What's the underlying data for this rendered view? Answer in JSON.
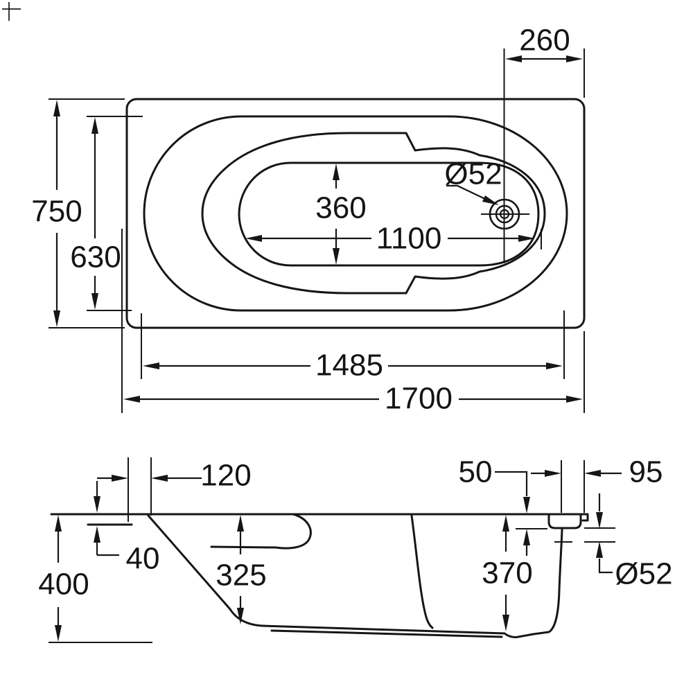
{
  "drawing": {
    "type": "technical-drawing",
    "subject": "bathtub two-view dimension drawing",
    "ink_color": "#161616",
    "background_color": "#ffffff",
    "views": [
      "plan view (top)",
      "side section view (bottom)"
    ]
  },
  "top_view": {
    "label": "plan view",
    "dims": {
      "drain_offset": "260",
      "overall_width": "750",
      "rim_opening_width": "630",
      "floor_width": "360",
      "floor_length": "1100",
      "drain_diameter": "Ø52",
      "rim_opening_length": "1485",
      "overall_length": "1700"
    }
  },
  "side_view": {
    "label": "side section view",
    "dims": {
      "headrest_slope_run": "120",
      "rim_thickness": "40",
      "overall_height": "400",
      "inner_depth_head_end": "325",
      "overflow_top_offset": "50",
      "end_overhang": "95",
      "inner_depth_drain_end": "370",
      "overflow_diameter": "Ø52"
    }
  }
}
